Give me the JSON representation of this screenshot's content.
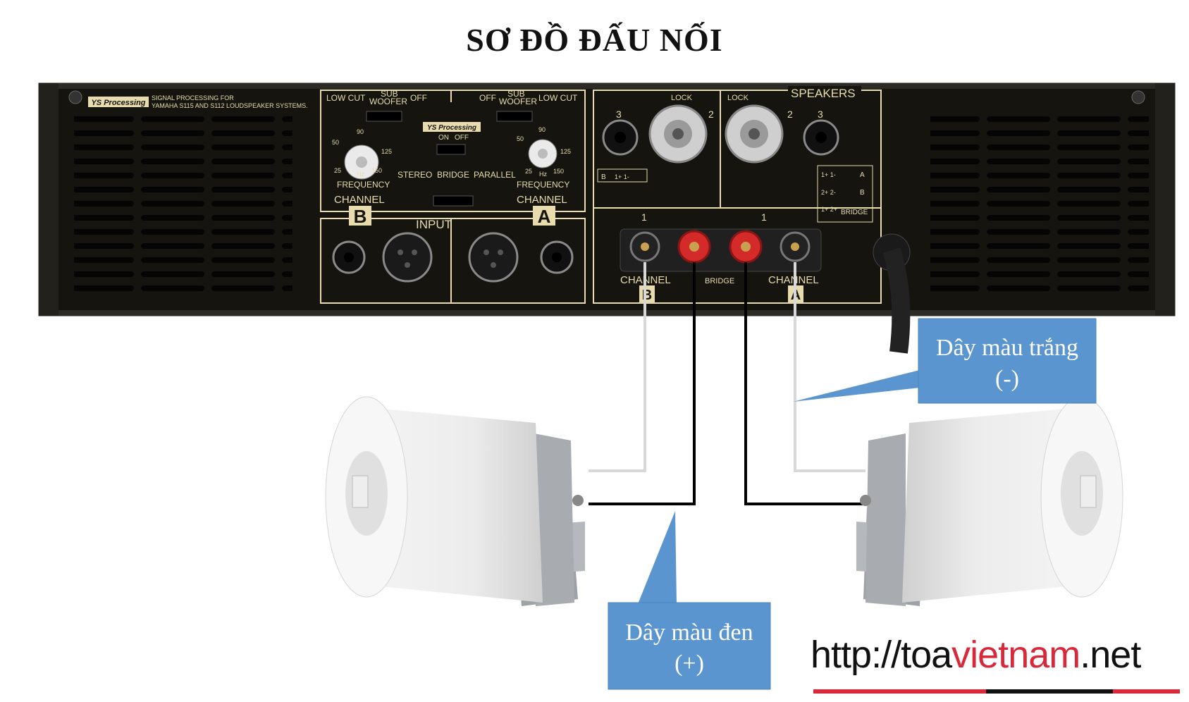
{
  "title": "SƠ ĐỒ ĐẤU NỐI",
  "amp": {
    "brand": "YS Processing",
    "desc_line1": "SIGNAL PROCESSING FOR",
    "desc_line2": "YAMAHA S115 AND S112 LOUDSPEAKER SYSTEMS.",
    "low_cut": "LOW CUT",
    "sub": "SUB",
    "woofer": "WOOFER",
    "off": "OFF",
    "on": "ON",
    "stereo": "STEREO",
    "bridge": "BRIDGE",
    "parallel": "PARALLEL",
    "frequency": "FREQUENCY",
    "hz": "Hz",
    "freq_25": "25",
    "freq_50": "50",
    "freq_90": "90",
    "freq_125": "125",
    "freq_150": "150",
    "channel": "CHANNEL",
    "ch_a": "A",
    "ch_b": "B",
    "input": "INPUT",
    "speakers": "SPEAKERS",
    "lock": "LOCK",
    "num_1": "1",
    "num_2": "2",
    "num_3": "3",
    "legend_b": "1+ 1-",
    "legend_a": "1+ 1-",
    "legend_b2": "2+ 2-",
    "legend_bridge": "1+ 2+",
    "bridge_label": "BRIDGE"
  },
  "callouts": {
    "white_wire_line1": "Dây màu trắng",
    "white_wire_line2": "(-)",
    "black_wire_line1": "Dây màu đen",
    "black_wire_line2": "(+)"
  },
  "url": {
    "prefix": "http://toa",
    "highlight": "vietnam",
    "suffix": ".net"
  },
  "colors": {
    "panel": "#15140f",
    "silkscreen": "#e8dcae",
    "callout": "#5a95d0",
    "red_terminal": "#d52a2a",
    "url_red": "#d8283a"
  }
}
